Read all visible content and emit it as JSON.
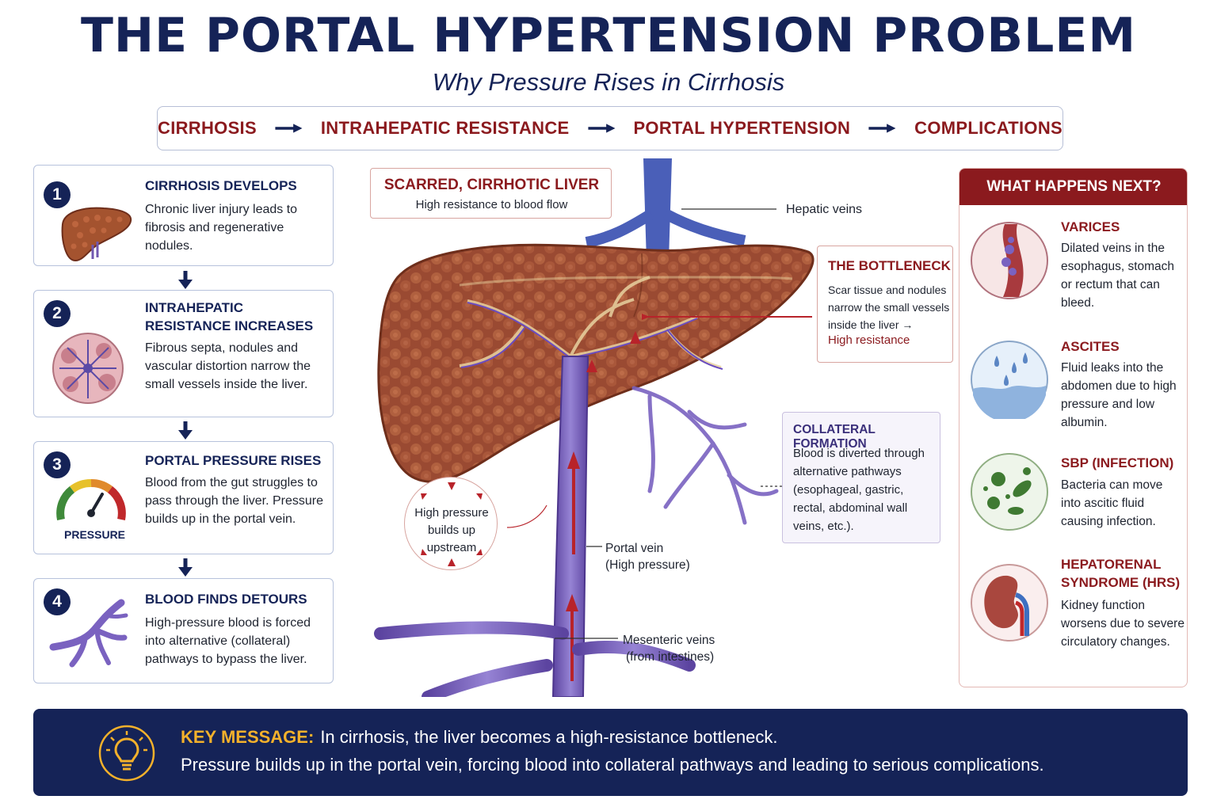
{
  "header": {
    "title": "THE PORTAL HYPERTENSION PROBLEM",
    "subtitle": "Why Pressure Rises in Cirrhosis"
  },
  "flow": {
    "steps": [
      "CIRRHOSIS",
      "INTRAHEPATIC RESISTANCE",
      "PORTAL HYPERTENSION",
      "COMPLICATIONS"
    ]
  },
  "steps": [
    {
      "number": "1",
      "title": "CIRRHOSIS DEVELOPS",
      "text": "Chronic liver injury leads to fibrosis and regenerative nodules.",
      "icon": "liver-icon"
    },
    {
      "number": "2",
      "title": "INTRAHEPATIC RESISTANCE INCREASES",
      "text": "Fibrous septa, nodules and vascular distortion narrow the small vessels inside the liver.",
      "icon": "tissue-cross-section-icon"
    },
    {
      "number": "3",
      "title": "PORTAL PRESSURE RISES",
      "text": "Blood from the gut struggles to pass through the liver. Pressure builds up in the portal vein.",
      "icon": "pressure-gauge-icon",
      "icon_label": "PRESSURE"
    },
    {
      "number": "4",
      "title": "BLOOD FINDS DETOURS",
      "text": "High-pressure blood is forced into alternative (collateral) pathways to bypass the liver.",
      "icon": "branching-vessels-icon"
    }
  ],
  "diagram": {
    "liver_callout": {
      "title": "SCARRED, CIRRHOTIC LIVER",
      "text": "High resistance to blood flow"
    },
    "hepatic_veins": "Hepatic veins",
    "bottleneck": {
      "title": "THE BOTTLENECK",
      "text": "Scar tissue and nodules narrow the small vessels inside the liver →",
      "highlight": "High resistance"
    },
    "collateral": {
      "title": "COLLATERAL FORMATION",
      "text": "Blood is diverted through alternative pathways (esophageal, gastric, rectal, abdominal wall veins, etc.)."
    },
    "high_pressure": "High pressure builds up upstream",
    "portal_vein": {
      "name": "Portal vein",
      "note": "(High pressure)"
    },
    "mesenteric": {
      "name": "Mesenteric veins",
      "note": "(from intestines)"
    }
  },
  "next_panel": {
    "header": "WHAT HAPPENS NEXT?",
    "items": [
      {
        "title": "VARICES",
        "text": "Dilated veins in the esophagus, stomach or rectum that can bleed.",
        "icon": "varices-icon"
      },
      {
        "title": "ASCITES",
        "text": "Fluid leaks into the abdomen due to high pressure and low albumin.",
        "icon": "fluid-drops-icon"
      },
      {
        "title": "SBP (INFECTION)",
        "text": "Bacteria can move into ascitic fluid causing infection.",
        "icon": "bacteria-icon"
      },
      {
        "title": "HEPATORENAL SYNDROME (HRS)",
        "text": "Kidney function worsens due to severe circulatory changes.",
        "icon": "kidney-icon"
      }
    ]
  },
  "key_message": {
    "label": "KEY MESSAGE:",
    "line1": "In cirrhosis, the liver becomes a high-resistance bottleneck.",
    "line2": "Pressure builds up in the portal vein, forcing blood into collateral pathways and leading to serious complications."
  },
  "colors": {
    "navy": "#152357",
    "dark_red": "#8b1a1e",
    "gold": "#f4b12b",
    "liver": "#9a4a32",
    "vein_purple": "#7258b0"
  }
}
